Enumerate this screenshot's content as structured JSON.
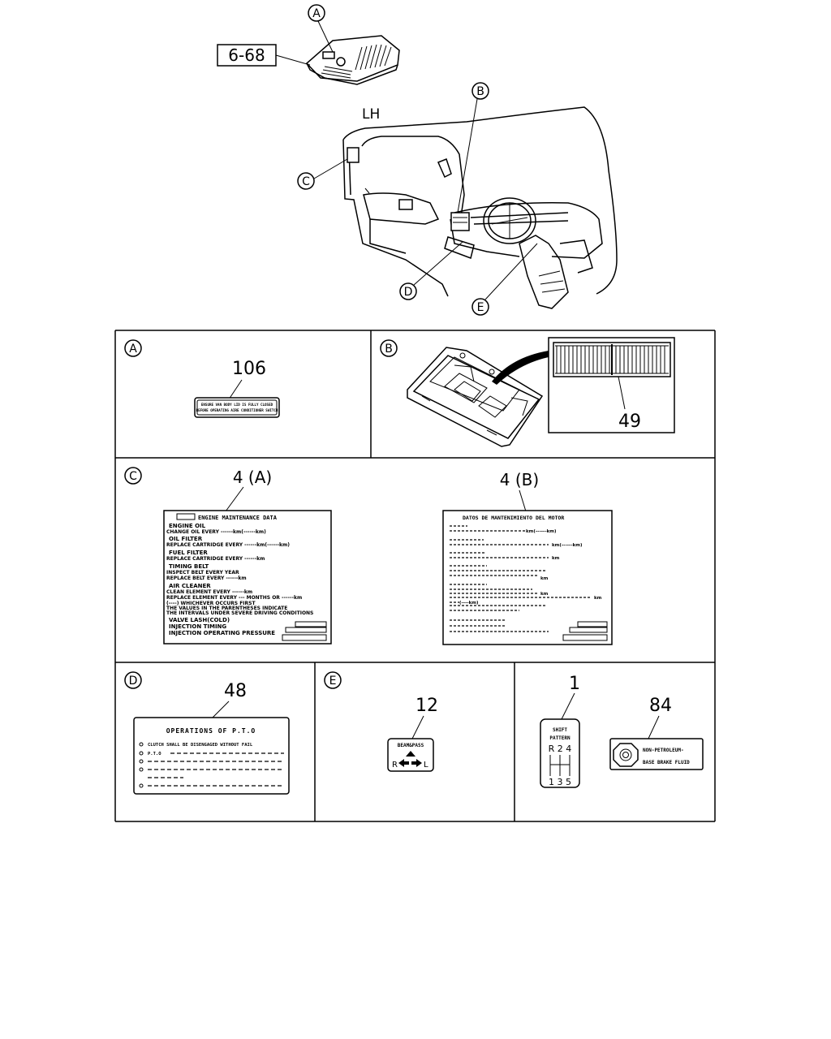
{
  "callouts": {
    "A": "A",
    "B": "B",
    "C": "C",
    "D": "D",
    "E": "E"
  },
  "top": {
    "ref_box": "6-68",
    "side_label": "LH"
  },
  "panels": {
    "A": {
      "letter": "A",
      "part": "106",
      "label_line1": "ENSURE VAN BODY LID IS FULLY CLOSED",
      "label_line2": "BEFORE OPERATING AIRE CONDITIONER SWITCH"
    },
    "B": {
      "letter": "B",
      "part": "49"
    },
    "C": {
      "letter": "C",
      "part_a": "4 (A)",
      "part_b": "4 (B)",
      "card_a": {
        "title": "ENGINE MAINTENANCE DATA",
        "lines": [
          "ENGINE OIL",
          "CHANGE OIL EVERY ------km(------km)",
          "OIL FILTER",
          "REPLACE CARTRIDGE EVERY ------km(------km)",
          "FUEL FILTER",
          "REPLACE CARTRIDGE EVERY ------km",
          "TIMING BELT",
          "INSPECT BELT EVERY YEAR",
          "REPLACE BELT EVERY ------km",
          "AIR CLEANER",
          "CLEAN ELEMENT EVERY ------km",
          "REPLACE ELEMENT EVERY --- MONTHS OR ------km",
          "(----) WHICHEVER OCCURS FIRST",
          "THE VALUES IN THE PARENTHESES INDICATE",
          "THE INTERVALS UNDER SEVERE DRIVING CONDITIONS",
          "VALVE LASH(COLD)",
          "INJECTION TIMING",
          "INJECTION OPERATING PRESSURE"
        ]
      },
      "card_b": {
        "title": "DATOS DE MANTENIMIENTO DEL MOTOR",
        "units": [
          "km(------km)",
          "km(------km)",
          "km",
          "km",
          "km",
          "km",
          "(----km)"
        ]
      }
    },
    "D": {
      "letter": "D",
      "part": "48",
      "title": "OPERATIONS OF P.T.O",
      "line1": "CLUTCH SHALL BE DISENGAGED WITHOUT FAIL",
      "line2": "P.T.O"
    },
    "E": {
      "letter": "E",
      "part": "12",
      "header": "BEAM&PASS",
      "left": "R",
      "right": "L"
    },
    "F": {
      "part_1": "1",
      "part_84": "84",
      "shift_line1": "SHIFT",
      "shift_line2": "PATTERN",
      "shift_top": "R 2 4",
      "shift_bottom": "1 3 5",
      "fluid_line1": "NON-PETROLEUM-",
      "fluid_line2": "BASE BRAKE FLUID"
    }
  }
}
